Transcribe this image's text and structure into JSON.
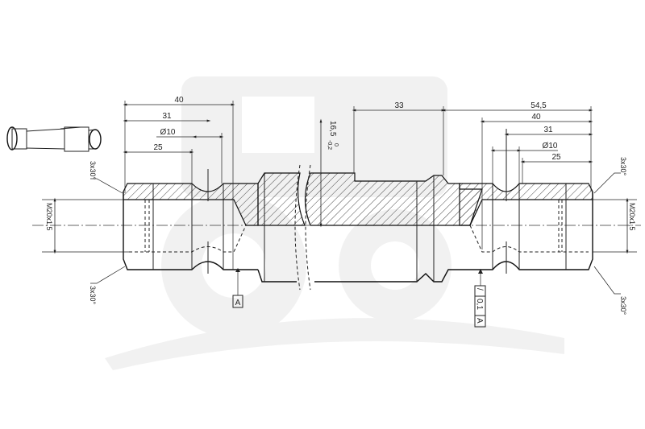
{
  "drawing": {
    "left_dims": {
      "d40": "40",
      "d31": "31",
      "d10": "Ø10",
      "d25": "25"
    },
    "right_dims": {
      "d33": "33",
      "d54": "54,5",
      "d40": "40",
      "d31": "31",
      "d10": "Ø10",
      "d25": "25"
    },
    "radius_dim": "16,5",
    "radius_tol_upper": "0",
    "radius_tol_lower": "-0,2",
    "thread_left": "M20x1,5",
    "thread_right": "M20x1,5",
    "chamfers": [
      "3x30°",
      "3x30°",
      "3x30°",
      "3x30°"
    ],
    "datum": "A",
    "tolerance_frame": {
      "symbol": "/",
      "value": "0,1",
      "datum": "A"
    }
  },
  "colors": {
    "line": "#222222",
    "watermark": "#f0f0f0"
  }
}
